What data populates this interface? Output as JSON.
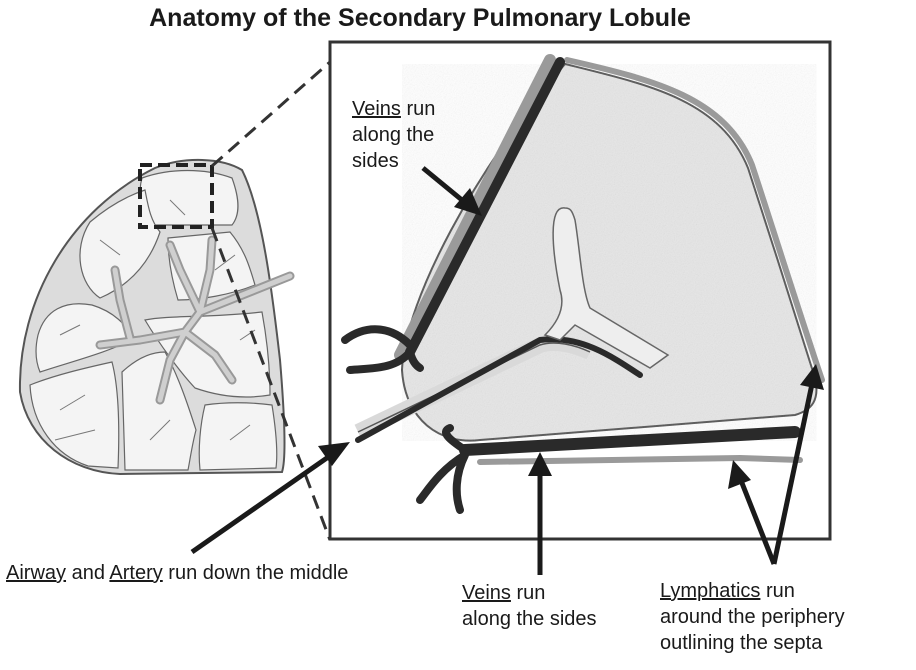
{
  "title": "Anatomy of the Secondary Pulmonary Lobule",
  "labels": {
    "veins_top": {
      "underlined": "Veins",
      "rest_line1": " run",
      "line2": "along the",
      "line3": "sides"
    },
    "airway": {
      "word1": "Airway",
      "and": " and ",
      "word2": "Artery",
      "rest": " run down the middle"
    },
    "veins_bottom": {
      "underlined": "Veins",
      "rest_line1": " run",
      "line2": "along the sides"
    },
    "lymphatics": {
      "underlined": "Lymphatics",
      "rest_line1": " run",
      "line2": "around the periphery",
      "line3": "outlining the septa"
    }
  },
  "colors": {
    "vein": "#2a2a2a",
    "lymphatic": "#9a9a9a",
    "lobule_fill": "#e9e9e9",
    "outline": "#555555"
  }
}
